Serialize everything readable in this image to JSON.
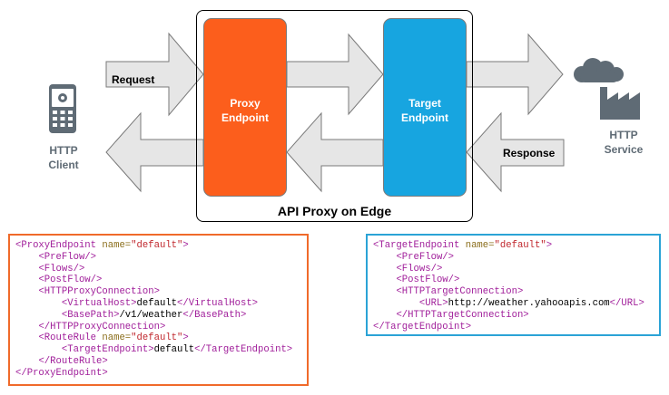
{
  "diagram": {
    "container_label": "API Proxy on Edge",
    "proxy_endpoint_label": [
      "Proxy",
      "Endpoint"
    ],
    "target_endpoint_label": [
      "Target",
      "Endpoint"
    ],
    "request_label": "Request",
    "response_label": "Response",
    "client_label": [
      "HTTP",
      "Client"
    ],
    "service_label": [
      "HTTP",
      "Service"
    ]
  },
  "colors": {
    "proxy": "#fc5e1c",
    "target": "#17a5e0",
    "arrow_fill": "#e6e6e6",
    "arrow_stroke": "#7a7a7a",
    "icon": "#5f6b75",
    "proxy_border": "#f06a2a",
    "target_border": "#2ba3d6"
  },
  "icons": {
    "client": "mobile-phone-icon",
    "service": "cloud-factory-icon"
  },
  "proxy_xml": [
    [
      {
        "t": "tag",
        "v": "<ProxyEndpoint"
      },
      {
        "t": "attr",
        "v": " name="
      },
      {
        "t": "str",
        "v": "\"default\""
      },
      {
        "t": "tag",
        "v": ">"
      }
    ],
    [
      {
        "t": "txt",
        "v": "    "
      },
      {
        "t": "tag",
        "v": "<PreFlow/>"
      }
    ],
    [
      {
        "t": "txt",
        "v": "    "
      },
      {
        "t": "tag",
        "v": "<Flows/>"
      }
    ],
    [
      {
        "t": "txt",
        "v": "    "
      },
      {
        "t": "tag",
        "v": "<PostFlow/>"
      }
    ],
    [
      {
        "t": "txt",
        "v": "    "
      },
      {
        "t": "tag",
        "v": "<HTTPProxyConnection>"
      }
    ],
    [
      {
        "t": "txt",
        "v": "        "
      },
      {
        "t": "tag",
        "v": "<VirtualHost>"
      },
      {
        "t": "txt",
        "v": "default"
      },
      {
        "t": "tag",
        "v": "</VirtualHost>"
      }
    ],
    [
      {
        "t": "txt",
        "v": "        "
      },
      {
        "t": "tag",
        "v": "<BasePath>"
      },
      {
        "t": "txt",
        "v": "/v1/weather"
      },
      {
        "t": "tag",
        "v": "</BasePath>"
      }
    ],
    [
      {
        "t": "txt",
        "v": "    "
      },
      {
        "t": "tag",
        "v": "</HTTPProxyConnection>"
      }
    ],
    [
      {
        "t": "txt",
        "v": "    "
      },
      {
        "t": "tag",
        "v": "<RouteRule"
      },
      {
        "t": "attr",
        "v": " name="
      },
      {
        "t": "str",
        "v": "\"default\""
      },
      {
        "t": "tag",
        "v": ">"
      }
    ],
    [
      {
        "t": "txt",
        "v": "        "
      },
      {
        "t": "tag",
        "v": "<TargetEndpoint>"
      },
      {
        "t": "txt",
        "v": "default"
      },
      {
        "t": "tag",
        "v": "</TargetEndpoint>"
      }
    ],
    [
      {
        "t": "txt",
        "v": "    "
      },
      {
        "t": "tag",
        "v": "</RouteRule>"
      }
    ],
    [
      {
        "t": "tag",
        "v": "</ProxyEndpoint>"
      }
    ]
  ],
  "target_xml": [
    [
      {
        "t": "tag",
        "v": "<TargetEndpoint"
      },
      {
        "t": "attr",
        "v": " name="
      },
      {
        "t": "str",
        "v": "\"default\""
      },
      {
        "t": "tag",
        "v": ">"
      }
    ],
    [
      {
        "t": "txt",
        "v": "    "
      },
      {
        "t": "tag",
        "v": "<PreFlow/>"
      }
    ],
    [
      {
        "t": "txt",
        "v": "    "
      },
      {
        "t": "tag",
        "v": "<Flows/>"
      }
    ],
    [
      {
        "t": "txt",
        "v": "    "
      },
      {
        "t": "tag",
        "v": "<PostFlow/>"
      }
    ],
    [
      {
        "t": "txt",
        "v": "    "
      },
      {
        "t": "tag",
        "v": "<HTTPTargetConnection>"
      }
    ],
    [
      {
        "t": "txt",
        "v": "        "
      },
      {
        "t": "tag",
        "v": "<URL>"
      },
      {
        "t": "txt",
        "v": "http://weather.yahooapis.com"
      },
      {
        "t": "tag",
        "v": "</URL>"
      }
    ],
    [
      {
        "t": "txt",
        "v": "    "
      },
      {
        "t": "tag",
        "v": "</HTTPTargetConnection>"
      }
    ],
    [
      {
        "t": "tag",
        "v": "</TargetEndpoint>"
      }
    ]
  ]
}
